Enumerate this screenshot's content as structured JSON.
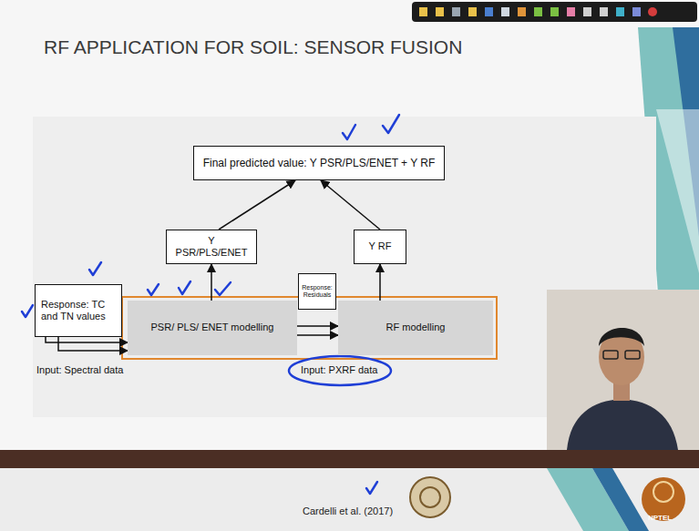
{
  "diagram": {
    "title": "RF APPLICATION FOR SOIL: SENSOR FUSION",
    "nodes": [
      {
        "text": [
          "Final predicted value: Y PSR/PLS/ENET + Y RF"
        ]
      },
      {
        "text": [
          "Y PSR/PLS/ENET"
        ]
      },
      {
        "text": [
          "Y RF"
        ]
      },
      {
        "text": [
          "Response: TC and TN values"
        ]
      },
      {
        "text": [
          "PSR/ PLS/ ENET modelling"
        ]
      },
      {
        "text": [
          "Response: Residuals"
        ]
      },
      {
        "text": [
          "RF modelling"
        ]
      }
    ],
    "edges": [
      {
        "from": 4,
        "to": 1,
        "arrow": "to"
      },
      {
        "from": 6,
        "to": 2,
        "arrow": "to"
      },
      {
        "from": 1,
        "to": 0,
        "arrow": "to"
      },
      {
        "from": 2,
        "to": 0,
        "arrow": "to"
      },
      {
        "from": 3,
        "to": 4,
        "arrow": "to"
      },
      {
        "from": 3,
        "to": 4,
        "arrow": "to"
      },
      {
        "from": 4,
        "to": 6,
        "arrow": "to"
      },
      {
        "from": 4,
        "to": 6,
        "arrow": "to"
      }
    ],
    "labels": [
      "Input: Spectral data",
      "Input: PXRF data",
      "Cardelli et al. (2017)",
      "NPTEL"
    ]
  }
}
